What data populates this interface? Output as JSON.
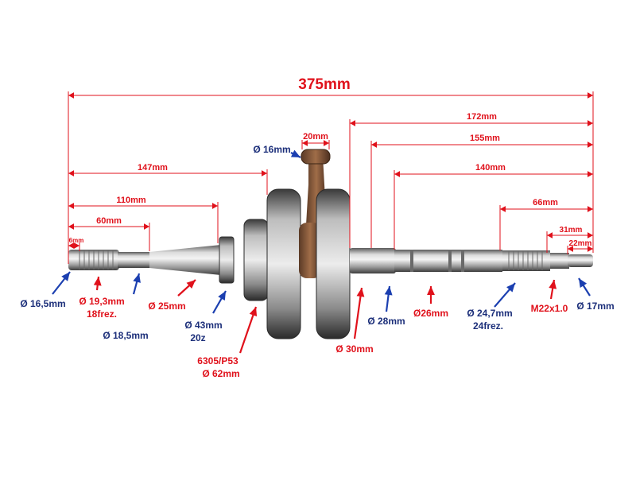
{
  "colors": {
    "dimension_line": "#e0111b",
    "red_arrow": "#e0111b",
    "blue_arrow": "#1b3fb0",
    "label_red": "#d8101a",
    "label_blue": "#1c2f7a",
    "steel_light": "#e6e6e6",
    "steel_mid": "#a9a9a9",
    "steel_dark": "#4a4a4a",
    "rod_bronze": "#8a5a3b"
  },
  "dimensions": {
    "overall": "375mm",
    "d147": "147mm",
    "d110": "110mm",
    "d60": "60mm",
    "d6": "6mm",
    "rod_width": "20mm",
    "d172": "172mm",
    "d155": "155mm",
    "d140": "140mm",
    "d66": "66mm",
    "d31": "31mm",
    "d22": "22mm"
  },
  "callouts": {
    "rod_pin": "Ø 16mm",
    "left_end": "Ø 16,5mm",
    "spline_left": [
      "Ø 19,3mm",
      "18frez."
    ],
    "shaft_left": "Ø 18,5mm",
    "taper": "Ø 25mm",
    "sprocket": [
      "Ø 43mm",
      "20z"
    ],
    "bearing": [
      "6305/P53",
      "Ø 62mm"
    ],
    "journal": "Ø 30mm",
    "shaft_right": "Ø 28mm",
    "step_right": "Ø26mm",
    "spline_right": [
      "Ø 24,7mm",
      "24frez."
    ],
    "thread": "M22x1.0",
    "right_end": "Ø 17mm"
  },
  "icons": [
    "arrow-icon"
  ]
}
